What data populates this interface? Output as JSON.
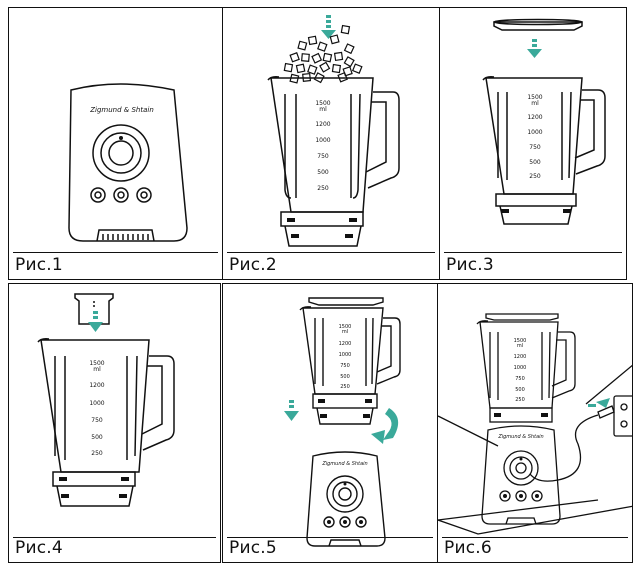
{
  "figures": [
    {
      "caption": "Рис.1",
      "brand": "Zigmund & Shtain"
    },
    {
      "caption": "Рис.2",
      "marks": [
        "1500\nml",
        "1200",
        "1000",
        "750",
        "500",
        "250"
      ]
    },
    {
      "caption": "Рис.3",
      "marks": [
        "1500\nml",
        "1200",
        "1000",
        "750",
        "500",
        "250"
      ]
    },
    {
      "caption": "Рис.4",
      "marks": [
        "1500\nml",
        "1200",
        "1000",
        "750",
        "500",
        "250"
      ]
    },
    {
      "caption": "Рис.5",
      "brand": "Zigmund & Shtain",
      "marks": [
        "1500\nml",
        "1200",
        "1000",
        "750",
        "500",
        "250"
      ]
    },
    {
      "caption": "Рис.6",
      "brand": "Zigmund & Shtain",
      "marks": [
        "1500\nml",
        "1200",
        "1000",
        "750",
        "500",
        "250"
      ]
    }
  ],
  "colors": {
    "line": "#111111",
    "arrow": "#3aa99a"
  }
}
